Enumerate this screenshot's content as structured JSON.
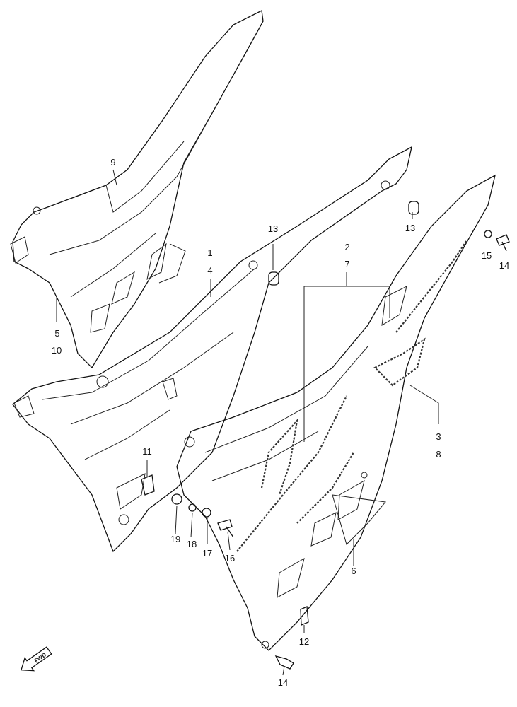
{
  "callouts": [
    {
      "id": "c9",
      "text": "9"
    },
    {
      "id": "c5",
      "text": "5"
    },
    {
      "id": "c10",
      "text": "10"
    },
    {
      "id": "c1",
      "text": "1"
    },
    {
      "id": "c4",
      "text": "4"
    },
    {
      "id": "c13a",
      "text": "13"
    },
    {
      "id": "c13b",
      "text": "13"
    },
    {
      "id": "c2",
      "text": "2"
    },
    {
      "id": "c7",
      "text": "7"
    },
    {
      "id": "c15",
      "text": "15"
    },
    {
      "id": "c14a",
      "text": "14"
    },
    {
      "id": "c3",
      "text": "3"
    },
    {
      "id": "c8",
      "text": "8"
    },
    {
      "id": "c11",
      "text": "11"
    },
    {
      "id": "c19",
      "text": "19"
    },
    {
      "id": "c18",
      "text": "18"
    },
    {
      "id": "c17",
      "text": "17"
    },
    {
      "id": "c16",
      "text": "16"
    },
    {
      "id": "c6",
      "text": "6"
    },
    {
      "id": "c12",
      "text": "12"
    },
    {
      "id": "c14b",
      "text": "14"
    }
  ],
  "direction_marker": {
    "text": "FWD",
    "icon": "fwd-arrow-icon"
  }
}
